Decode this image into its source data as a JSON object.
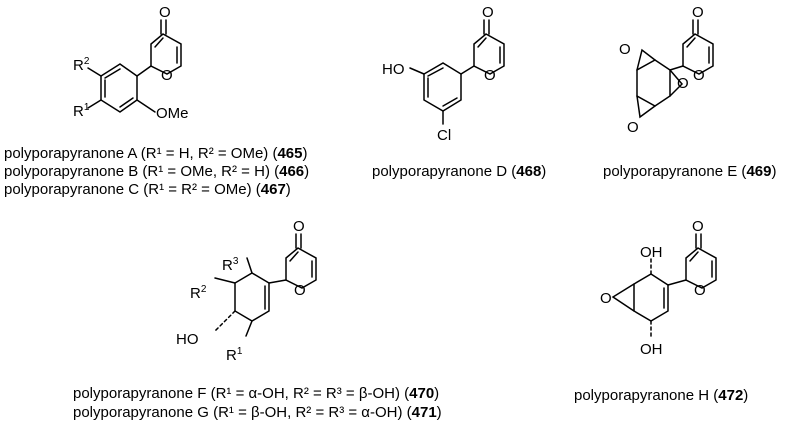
{
  "atoms": {
    "O": "O",
    "OMe": "OMe",
    "HO": "HO",
    "OH": "OH",
    "Cl": "Cl",
    "R": "R",
    "one": "1",
    "two": "2",
    "three": "3"
  },
  "captions": {
    "c465": {
      "text": "polyporapyranone A (R¹ = H, R² = OMe) (",
      "num": "465",
      "end": ")"
    },
    "c466": {
      "text": "polyporapyranone B (R¹ = OMe, R² = H) (",
      "num": "466",
      "end": ")"
    },
    "c467": {
      "text": "polyporapyranone C (R¹ = R² = OMe) (",
      "num": "467",
      "end": ")"
    },
    "c468": {
      "text": "polyporapyranone D (",
      "num": "468",
      "end": ")"
    },
    "c469": {
      "text": "polyporapyranone E (",
      "num": "469",
      "end": ")"
    },
    "c470": {
      "text": "polyporapyranone F (R¹ = α-OH, R² = R³ = β-OH) (",
      "num": "470",
      "end": ")"
    },
    "c471": {
      "text": "polyporapyranone G (R¹ = β-OH, R² = R³ = α-OH) (",
      "num": "471",
      "end": ")"
    },
    "c472": {
      "text": "polyporapyranone H (",
      "num": "472",
      "end": ")"
    }
  }
}
